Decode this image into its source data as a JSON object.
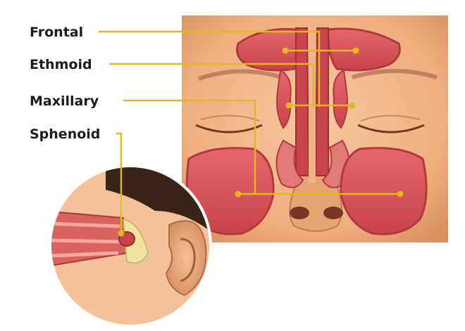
{
  "labels": {
    "frontal": "Frontal",
    "ethmoid": "Ethmoid",
    "maxillary": "Maxillary",
    "sphenoid": "Sphenoid"
  },
  "colors": {
    "background": "#ffffff",
    "skin": "#f1b98c",
    "skin_shadow": "#d98f62",
    "sinus_fill": "#d9545b",
    "sinus_outline": "#b3383f",
    "leader_line": "#e2b81e",
    "label_text": "#1c1c1c"
  }
}
